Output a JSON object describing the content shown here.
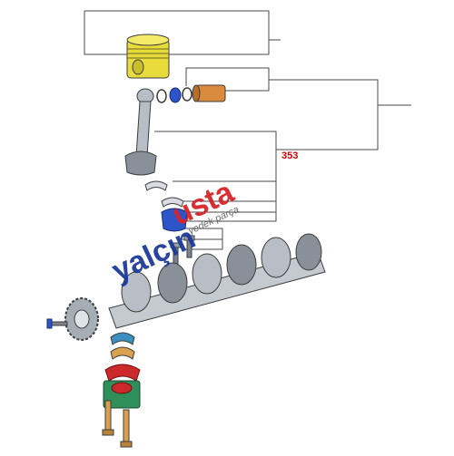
{
  "diagram": {
    "callout_label": "353",
    "watermark": {
      "brand_blue": "yalçın",
      "brand_red": "usta",
      "tagline": "yedek parça"
    },
    "colors": {
      "callout": "#d40000",
      "watermark_blue": "#1c3a9a",
      "watermark_red": "#d8232a",
      "piston_yellow": "#e8dc3c",
      "liner_orange": "#d98a3c",
      "bearing_blue": "#2b55c8",
      "thrust_red": "#cc2a2a",
      "cap_green": "#2e8f5a"
    }
  }
}
